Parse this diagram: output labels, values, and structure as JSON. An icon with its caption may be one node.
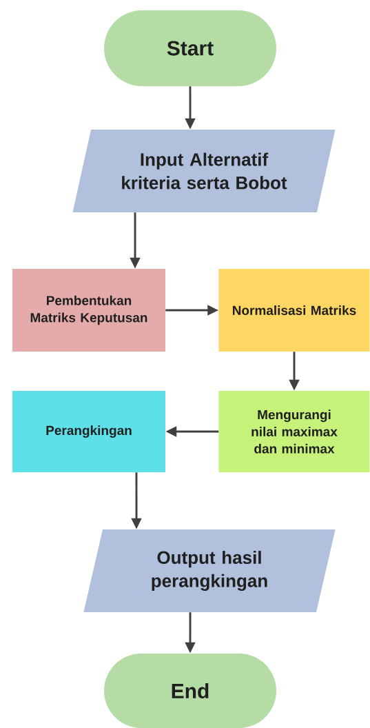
{
  "diagram": {
    "nodes": [
      {
        "text": [
          "Start"
        ]
      },
      {
        "text": [
          "Input Alternatif kriteria serta Bobot"
        ]
      },
      {
        "text": [
          "Pembentukan Matriks Keputusan"
        ]
      },
      {
        "text": [
          "Normalisasi Matriks"
        ]
      },
      {
        "text": [
          "Mengurangi nilai maximax dan minimax"
        ]
      },
      {
        "text": [
          "Perangkingan"
        ]
      },
      {
        "text": [
          "Output hasil perangkingan"
        ]
      },
      {
        "text": [
          "End"
        ]
      }
    ],
    "edges": [
      {
        "from": 0,
        "to": 1,
        "arrow": "to"
      },
      {
        "from": 1,
        "to": 2,
        "arrow": "to"
      },
      {
        "from": 2,
        "to": 3,
        "arrow": "to"
      },
      {
        "from": 3,
        "to": 4,
        "arrow": "to"
      },
      {
        "from": 4,
        "to": 5,
        "arrow": "to"
      },
      {
        "from": 5,
        "to": 6,
        "arrow": "to"
      },
      {
        "from": 6,
        "to": 7,
        "arrow": "to"
      }
    ]
  }
}
